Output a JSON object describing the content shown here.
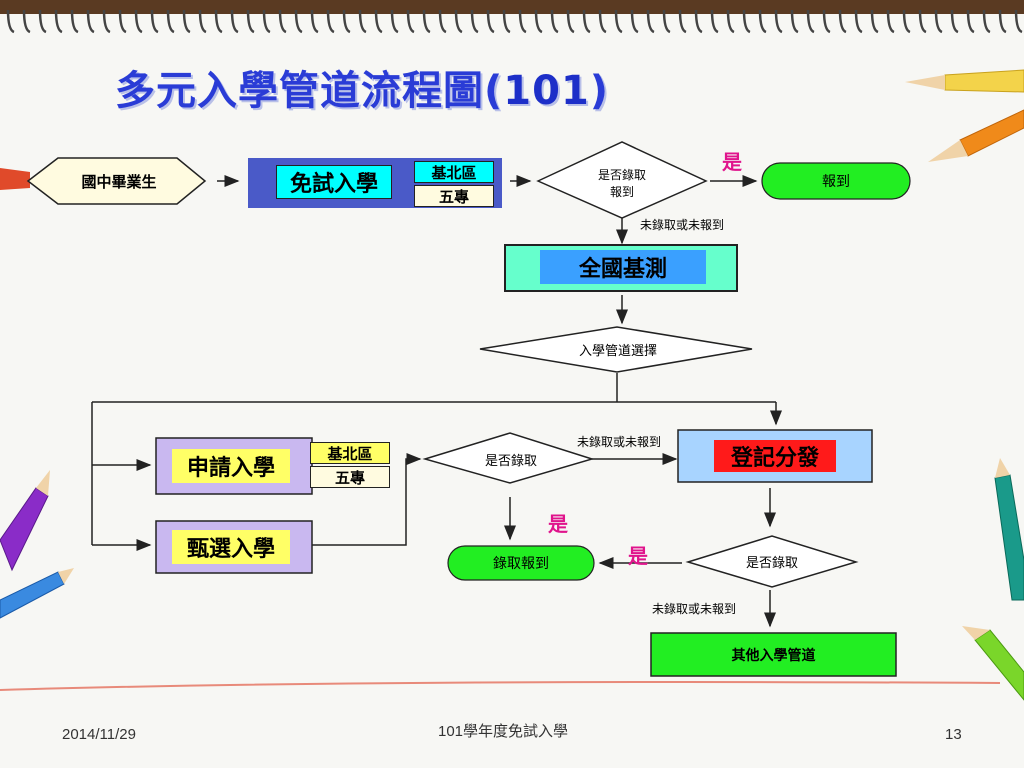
{
  "title": {
    "main": "多元入學管道流程圖",
    "paren_open": "(",
    "number": "101",
    "paren_close": ")"
  },
  "nodes": {
    "student": "國中畢業生",
    "exam_free": "免試入學",
    "keelung_north_1": "基北區",
    "five_year_1": "五專",
    "admitted_q1_line1": "是否錄取",
    "admitted_q1_line2": "報到",
    "yes_1": "是",
    "register_1": "報到",
    "not_admitted_1": "未錄取或未報到",
    "national_exam": "全國基測",
    "channel_select": "入學管道選擇",
    "apply": "申請入學",
    "keelung_north_2": "基北區",
    "five_year_2": "五專",
    "selection": "甄選入學",
    "admitted_q2": "是否錄取",
    "not_admitted_2": "未錄取或未報到",
    "registration_distribution": "登記分發",
    "yes_2": "是",
    "admit_register": "錄取報到",
    "yes_3": "是",
    "admitted_q3": "是否錄取",
    "not_admitted_3": "未錄取或未報到",
    "other_channels": "其他入學管道"
  },
  "footer": {
    "date": "2014/11/29",
    "center": "101學年度免試入學",
    "page": "13"
  },
  "colors": {
    "title": "#2a3cd6",
    "green": "#22ee22",
    "cyan": "#00ffff",
    "yellow": "#ffff66",
    "purple_border": "#8a5cc8",
    "red": "#ff1a1a",
    "yes_pink": "#e0148c"
  }
}
